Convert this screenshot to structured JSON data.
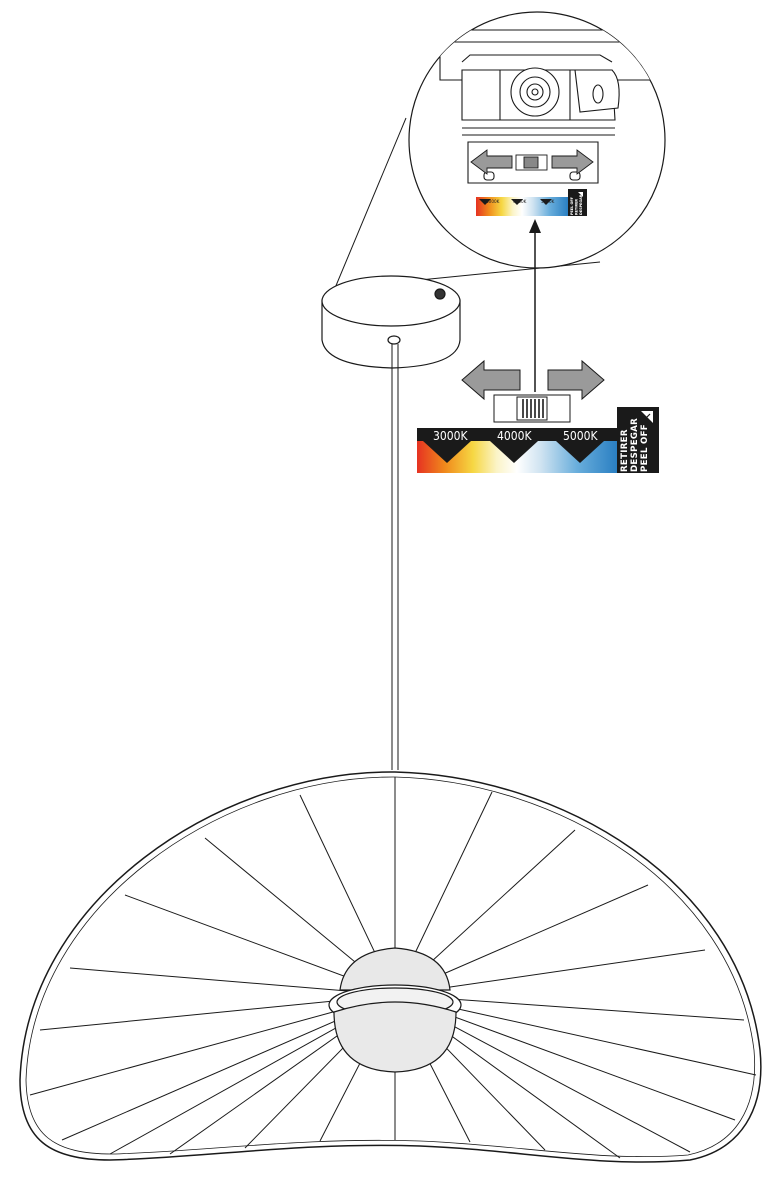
{
  "temperature_labels": [
    "3000K",
    "4000K",
    "5000K"
  ],
  "peel_off_lines": [
    "RETIRER",
    "DESPEGAR",
    "PEEL OFF"
  ],
  "inset_peel_off_lines": [
    "PEEL OFF",
    "RETIRER",
    "DESPEGAR"
  ],
  "colors": {
    "line": "#1a1a1a",
    "arrow_fill": "#9a9a9a",
    "shade_fill": "#e8e8e8",
    "label_bg": "#1a1a1a",
    "gradient": [
      "#e63222",
      "#f08a1c",
      "#f6d743",
      "#fbf4c8",
      "#ffffff",
      "#cfe3f1",
      "#69aedc",
      "#2a7fc2"
    ]
  },
  "icons": [
    "slider-switch-icon",
    "peel-tab-icon",
    "move-left-arrow-icon",
    "move-right-arrow-icon"
  ]
}
